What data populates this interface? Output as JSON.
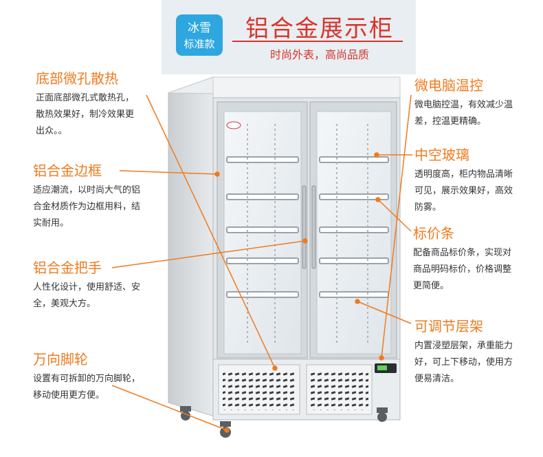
{
  "header": {
    "badge_line1": "冰雪",
    "badge_line2": "标准款",
    "title": "铝合金展示柜",
    "subtitle": "时尚外表，高尚品质"
  },
  "features": {
    "bottom_vent": {
      "title": "底部微孔散热",
      "lines": [
        "正面底部微孔式散热孔，",
        "散热效果好，制冷效果更",
        "出众。。"
      ]
    },
    "alloy_frame": {
      "title": "铝合金边框",
      "lines": [
        "适应潮流，以时尚大气的铝",
        "合金材质作为边框用料，结",
        "实耐用。"
      ]
    },
    "alloy_handle": {
      "title": "铝合金把手",
      "lines": [
        "人性化设计，使用舒适、安",
        "全，美观大方。"
      ]
    },
    "casters": {
      "title": "万向脚轮",
      "lines": [
        "设置有可拆卸的万向脚轮，",
        "移动使用更方便。"
      ]
    },
    "controller": {
      "title": "微电脑温控",
      "lines": [
        "微电脑控温，有效减少温",
        "差，控温更精确。"
      ]
    },
    "glass": {
      "title": "中空玻璃",
      "lines": [
        "透明度高，柜内物品清晰",
        "可见，展示效果好，高效",
        "防雾。"
      ]
    },
    "price_strip": {
      "title": "标价条",
      "lines": [
        "配备商品标价条，实现对",
        "商品明码标价，价格调整",
        "更简便。"
      ]
    },
    "shelves": {
      "title": "可调节层架",
      "lines": [
        "内置浸塑层架，承重能力",
        "好，可上下移动，使用方",
        "便易清洁。"
      ]
    }
  },
  "colors": {
    "accent": "#f07a1e",
    "title_red": "#d9342b",
    "badge_blue": "#2ea6e0"
  }
}
